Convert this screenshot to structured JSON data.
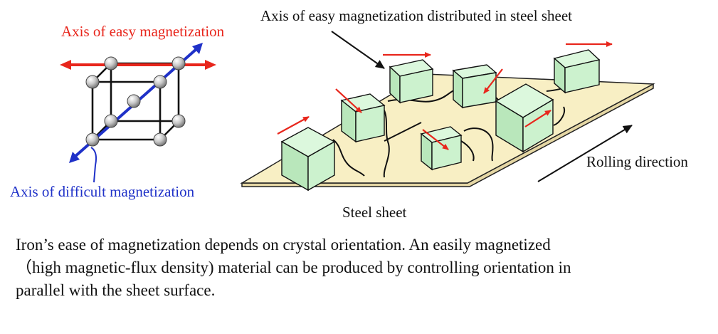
{
  "labels": {
    "easy_axis": "Axis of easy magnetization",
    "difficult_axis": "Axis of difficult magnetization",
    "distributed": "Axis of easy magnetization distributed in steel sheet",
    "rolling": "Rolling direction",
    "steel_sheet": "Steel sheet"
  },
  "caption": {
    "line1": "Iron’s ease of magnetization depends on crystal orientation. An easily magnetized",
    "line2": "（high magnetic-flux density) material can be produced by controlling orientation in",
    "line3": "parallel with the sheet surface."
  },
  "colors": {
    "easy_axis": "#e8261c",
    "difficult_axis": "#1f31c8",
    "sheet": "#f8efc4",
    "cube": "#cdf3cf"
  }
}
